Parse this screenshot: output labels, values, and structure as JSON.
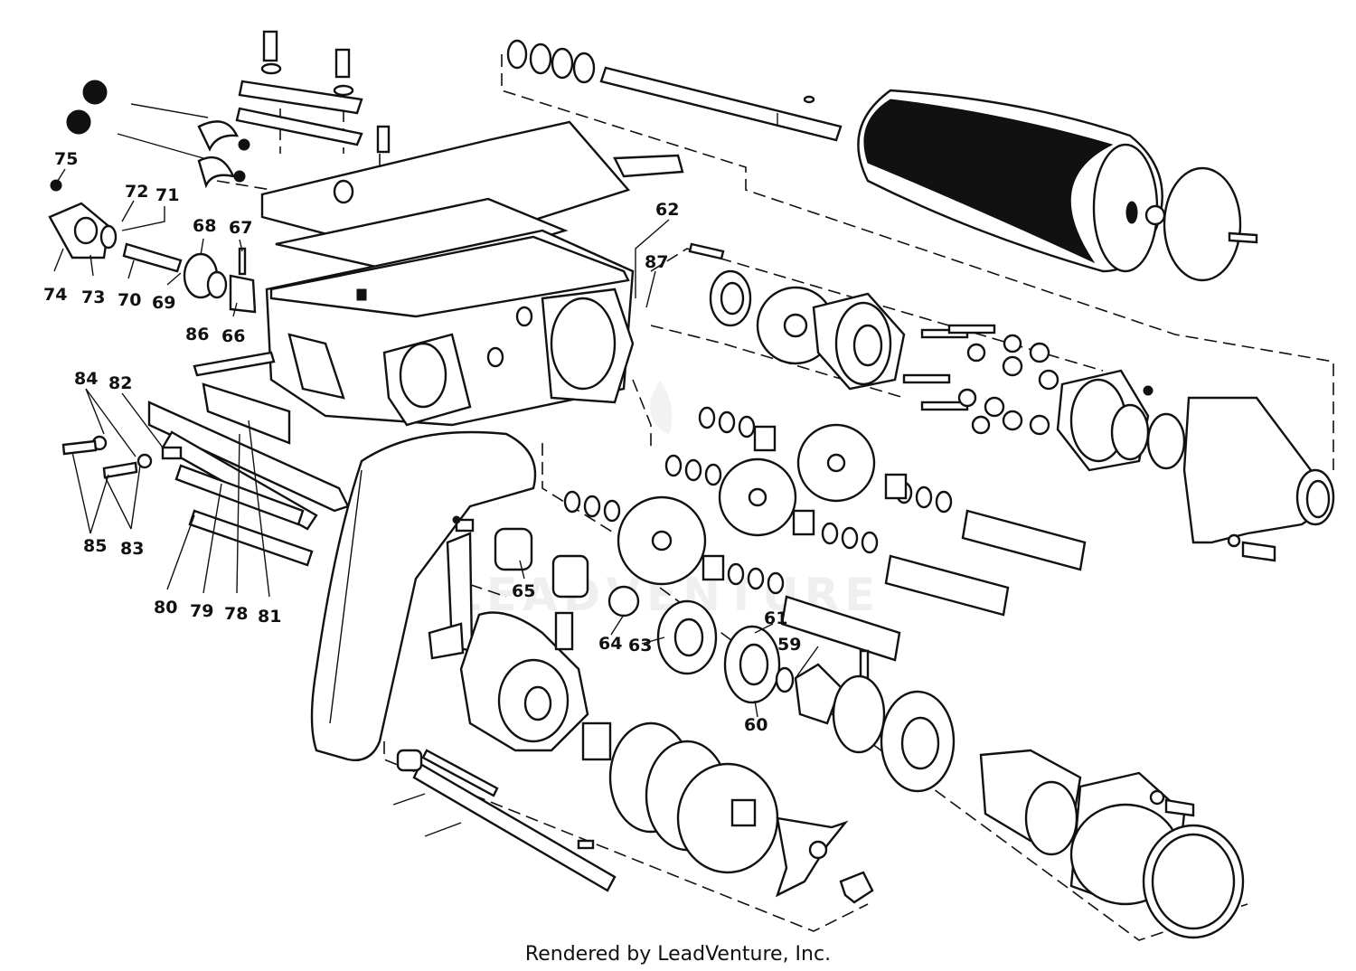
{
  "callouts": {
    "c59": "59",
    "c60": "60",
    "c61": "61",
    "c62": "62",
    "c63": "63",
    "c64": "64",
    "c65": "65",
    "c66": "66",
    "c67": "67",
    "c68": "68",
    "c69": "69",
    "c70": "70",
    "c71": "71",
    "c72": "72",
    "c73": "73",
    "c74": "74",
    "c75": "75",
    "c78": "78",
    "c79": "79",
    "c80": "80",
    "c81": "81",
    "c82": "82",
    "c83": "83",
    "c84": "84",
    "c85": "85",
    "c86": "86",
    "c87": "87"
  },
  "watermark": "LEADVENTURE",
  "footer": "Rendered by LeadVenture, Inc."
}
